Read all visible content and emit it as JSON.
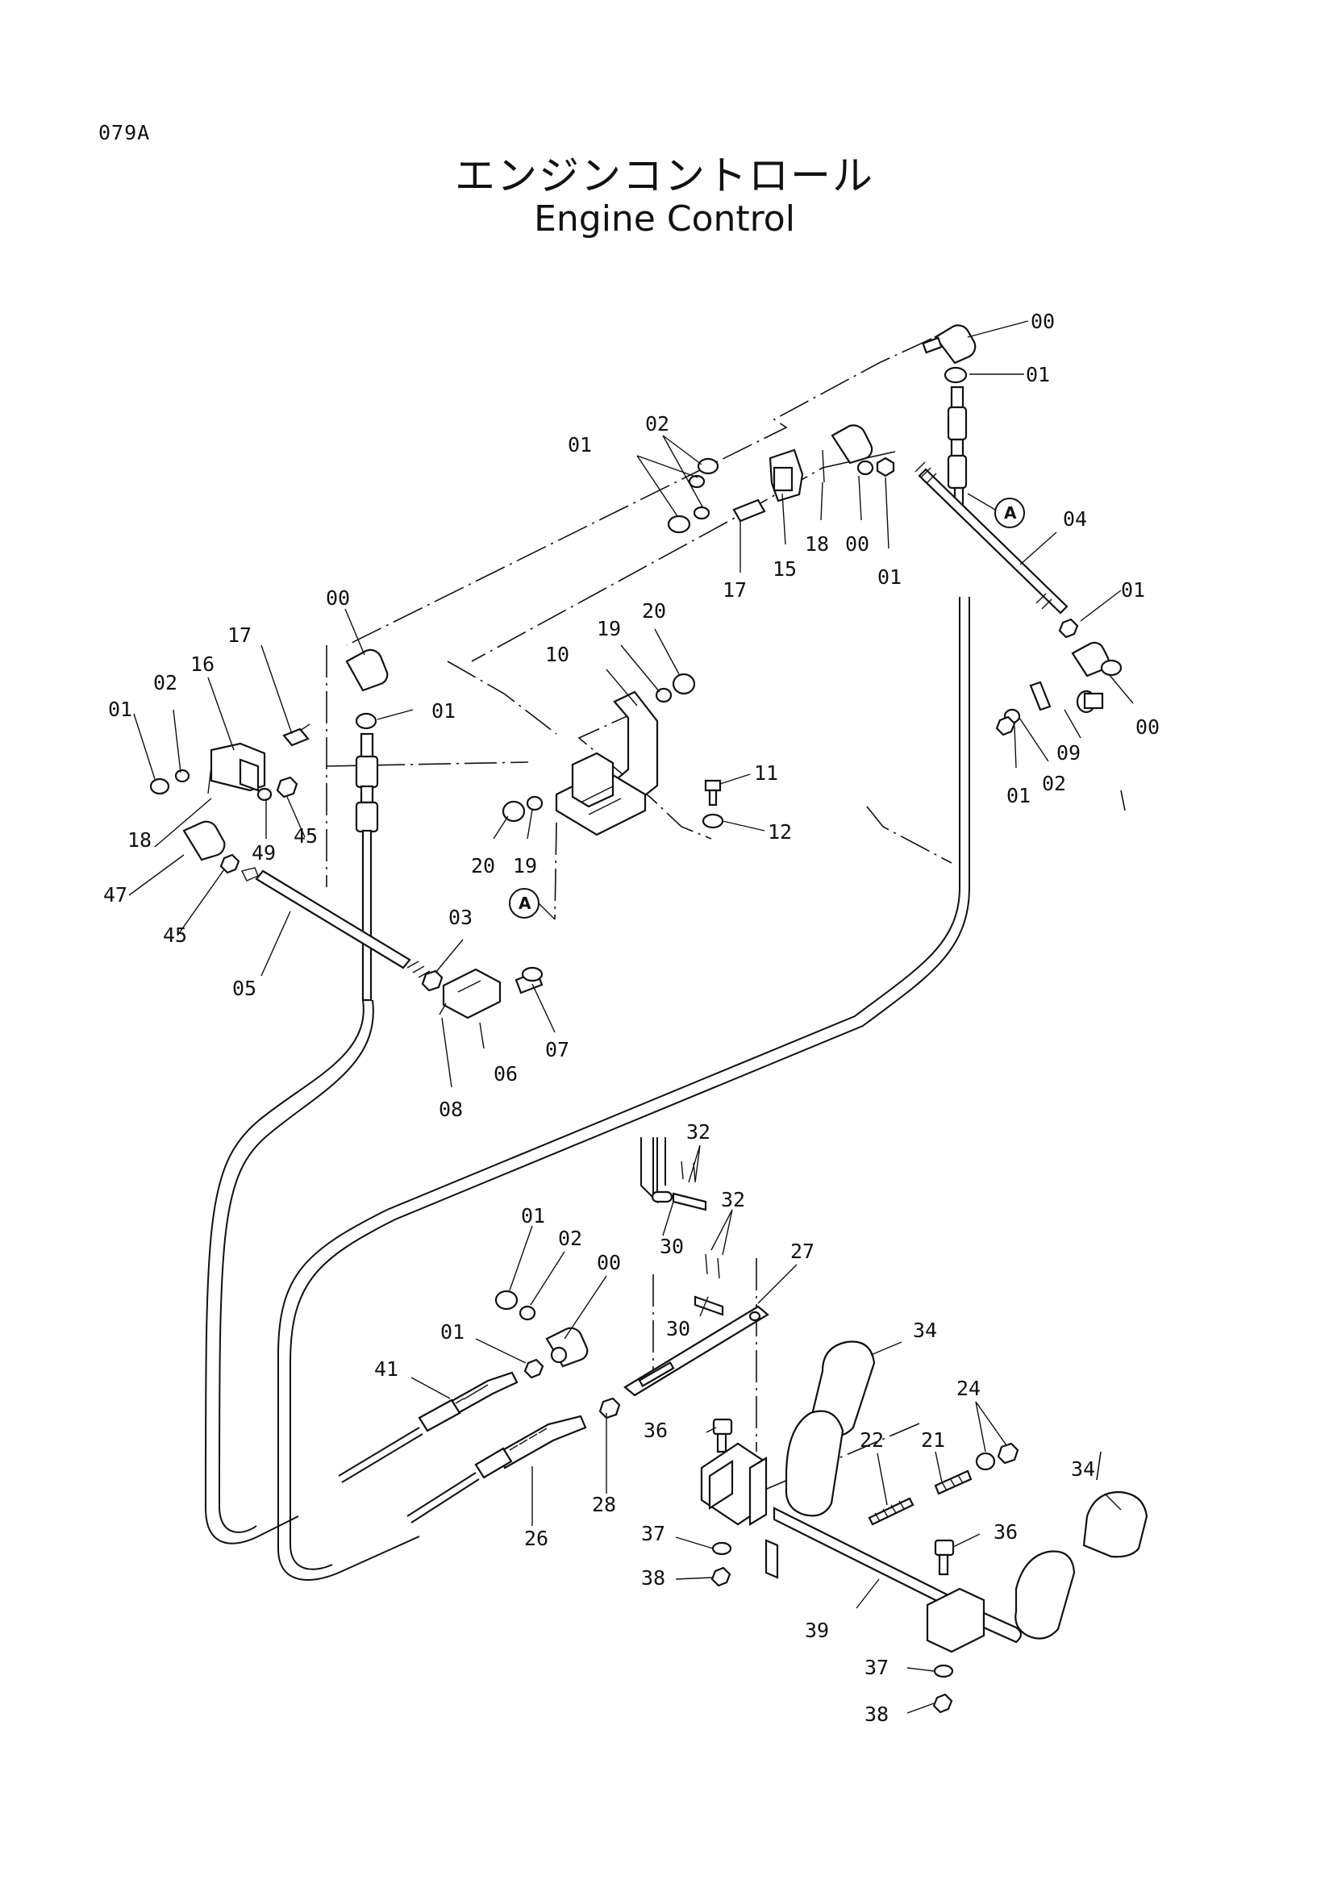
{
  "page_code": "079A",
  "title_jp": "エンジンコントロール",
  "title_en": "Engine Control",
  "ref_mark": "A",
  "callouts": [
    {
      "id": "c-00a",
      "text": "00"
    },
    {
      "id": "c-01a",
      "text": "01"
    },
    {
      "id": "c-02a",
      "text": "02"
    },
    {
      "id": "c-01b",
      "text": "01"
    },
    {
      "id": "c-18a",
      "text": "18"
    },
    {
      "id": "c-00b",
      "text": "00"
    },
    {
      "id": "c-01c",
      "text": "01"
    },
    {
      "id": "c-17a",
      "text": "17"
    },
    {
      "id": "c-15",
      "text": "15"
    },
    {
      "id": "c-04",
      "text": "04"
    },
    {
      "id": "c-01d",
      "text": "01"
    },
    {
      "id": "c-00c",
      "text": "00"
    },
    {
      "id": "c-09",
      "text": "09"
    },
    {
      "id": "c-02b",
      "text": "02"
    },
    {
      "id": "c-01e",
      "text": "01"
    },
    {
      "id": "c-00d",
      "text": "00"
    },
    {
      "id": "c-01f",
      "text": "01"
    },
    {
      "id": "c-17b",
      "text": "17"
    },
    {
      "id": "c-16",
      "text": "16"
    },
    {
      "id": "c-02c",
      "text": "02"
    },
    {
      "id": "c-01g",
      "text": "01"
    },
    {
      "id": "c-18b",
      "text": "18"
    },
    {
      "id": "c-49",
      "text": "49"
    },
    {
      "id": "c-45a",
      "text": "45"
    },
    {
      "id": "c-47",
      "text": "47"
    },
    {
      "id": "c-45b",
      "text": "45"
    },
    {
      "id": "c-10",
      "text": "10"
    },
    {
      "id": "c-19a",
      "text": "19"
    },
    {
      "id": "c-20a",
      "text": "20"
    },
    {
      "id": "c-11",
      "text": "11"
    },
    {
      "id": "c-12",
      "text": "12"
    },
    {
      "id": "c-20b",
      "text": "20"
    },
    {
      "id": "c-19b",
      "text": "19"
    },
    {
      "id": "c-05",
      "text": "05"
    },
    {
      "id": "c-03",
      "text": "03"
    },
    {
      "id": "c-07",
      "text": "07"
    },
    {
      "id": "c-06",
      "text": "06"
    },
    {
      "id": "c-08",
      "text": "08"
    },
    {
      "id": "c-32a",
      "text": "32"
    },
    {
      "id": "c-32b",
      "text": "32"
    },
    {
      "id": "c-30a",
      "text": "30"
    },
    {
      "id": "c-30b",
      "text": "30"
    },
    {
      "id": "c-27",
      "text": "27"
    },
    {
      "id": "c-01h",
      "text": "01"
    },
    {
      "id": "c-02d",
      "text": "02"
    },
    {
      "id": "c-00e",
      "text": "00"
    },
    {
      "id": "c-01i",
      "text": "01"
    },
    {
      "id": "c-41",
      "text": "41"
    },
    {
      "id": "c-34a",
      "text": "34"
    },
    {
      "id": "c-24",
      "text": "24"
    },
    {
      "id": "c-21",
      "text": "21"
    },
    {
      "id": "c-22",
      "text": "22"
    },
    {
      "id": "c-36a",
      "text": "36"
    },
    {
      "id": "c-28",
      "text": "28"
    },
    {
      "id": "c-26",
      "text": "26"
    },
    {
      "id": "c-37a",
      "text": "37"
    },
    {
      "id": "c-38a",
      "text": "38"
    },
    {
      "id": "c-34b",
      "text": "34"
    },
    {
      "id": "c-36b",
      "text": "36"
    },
    {
      "id": "c-39",
      "text": "39"
    },
    {
      "id": "c-37b",
      "text": "37"
    },
    {
      "id": "c-38b",
      "text": "38"
    }
  ]
}
